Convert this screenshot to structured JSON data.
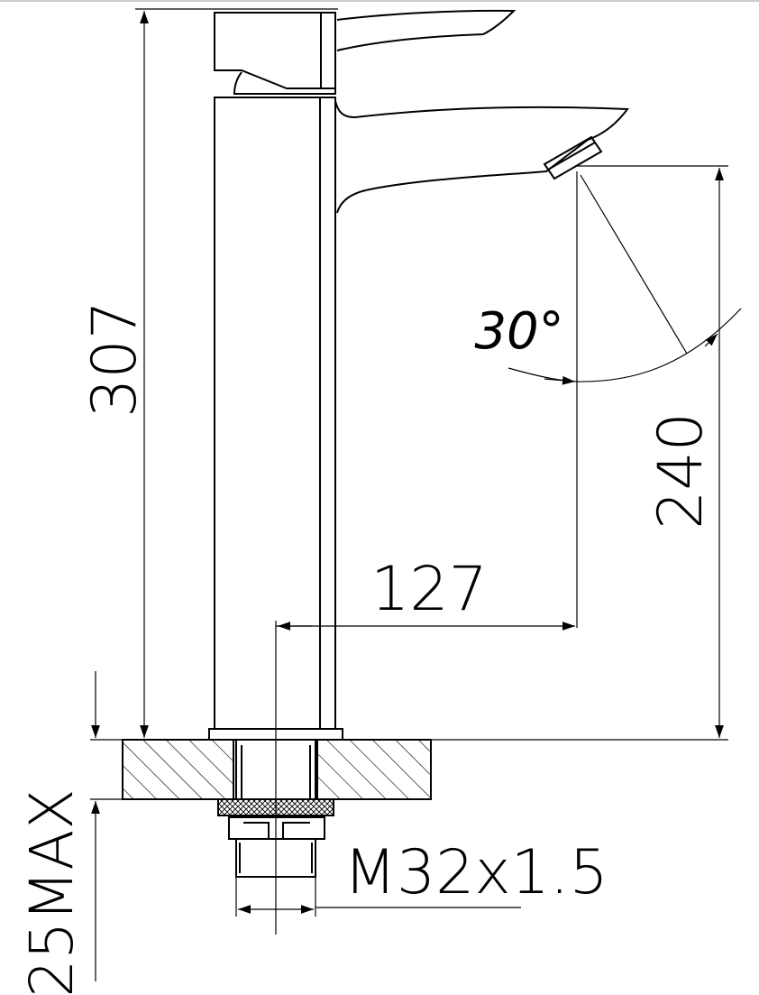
{
  "dimensions": {
    "total_height": "307",
    "spout_height": "240",
    "spout_reach": "127",
    "angle": "30°",
    "thread": "M32x1.5",
    "max_deck_thickness": "25MAX"
  },
  "colors": {
    "line": "#000000",
    "background": "#ffffff",
    "frame": "#cccccc"
  }
}
